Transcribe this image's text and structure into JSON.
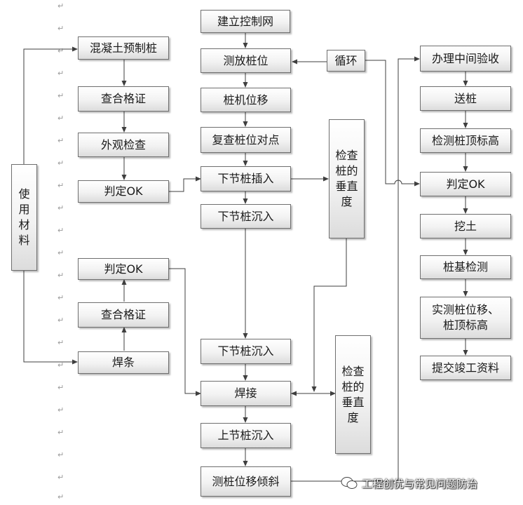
{
  "boxes": {
    "mat_concrete_pile": "混凝土预制桩",
    "mat_cert_1": "查合格证",
    "mat_visual": "外观检查",
    "mat_ok_1": "判定OK",
    "mat_use": "使\n用\n材\n料",
    "mat_ok_2": "判定OK",
    "mat_cert_2": "查合格证",
    "mat_welding_rod": "焊条",
    "c_control_net": "建立控制网",
    "c_stakeout": "测放桩位",
    "c_cycle": "循环",
    "c_rig_move": "桩机位移",
    "c_recheck": "复查桩位对点",
    "c_lower_insert": "下节桩插入",
    "c_lower_sink_1": "下节桩沉入",
    "c_vertical_1": "检查\n桩的\n垂直\n度",
    "c_lower_sink_2": "下节桩沉入",
    "c_weld": "焊接",
    "c_vertical_2": "检查\n桩的\n垂直\n度",
    "c_upper_sink": "上节桩沉入",
    "c_tilt": "测桩位移倾斜",
    "r_acceptance": "办理中间验收",
    "r_send_pile": "送桩",
    "r_top_elev": "检测桩顶标高",
    "r_ok": "判定OK",
    "r_excavate": "挖土",
    "r_foundation": "桩基检测",
    "r_measure": "实测桩位移、\n桩顶标高",
    "r_docs": "提交竣工资料"
  },
  "watermark": "工程创优与常见问题防治",
  "paragraph_mark": "↵",
  "colors": {
    "line": "#3f3f3f",
    "border": "#6f6f6f",
    "para_mark": "#9a9a9a"
  }
}
